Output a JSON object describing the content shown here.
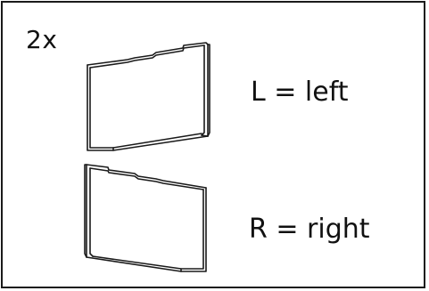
{
  "quantity": "2x",
  "parts": {
    "left": {
      "label": "L = left"
    },
    "right": {
      "label": "R = right"
    }
  }
}
